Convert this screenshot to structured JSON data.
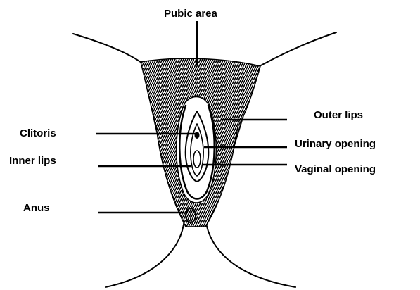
{
  "labels": {
    "pubic_area": "Pubic area",
    "outer_lips": "Outer lips",
    "clitoris": "Clitoris",
    "urinary_opening": "Urinary opening",
    "inner_lips": "Inner lips",
    "vaginal_opening": "Vaginal opening",
    "anus": "Anus"
  },
  "colors": {
    "ink": "#000000",
    "background": "#ffffff"
  }
}
